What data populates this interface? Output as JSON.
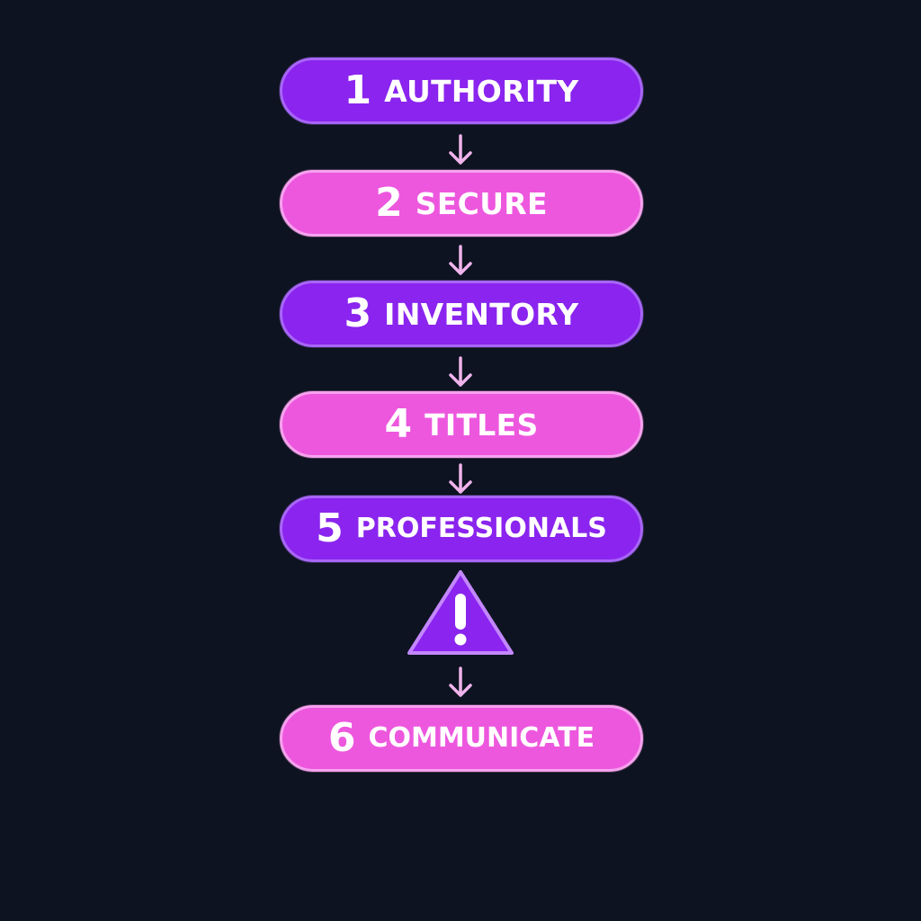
{
  "colors": {
    "background": "#0d1320",
    "purple_fill": "#8a24ee",
    "purple_border": "#a865f7",
    "pink_fill": "#ed57de",
    "pink_border": "#f6a2ee",
    "arrow": "#f0b4ec",
    "warning_fill": "#8a24ee",
    "warning_border": "#c387fb",
    "text": "#ffffff"
  },
  "steps": [
    {
      "number": "1",
      "label": "AUTHORITY",
      "color": "purple"
    },
    {
      "number": "2",
      "label": "SECURE",
      "color": "pink"
    },
    {
      "number": "3",
      "label": "INVENTORY",
      "color": "purple"
    },
    {
      "number": "4",
      "label": "TITLES",
      "color": "pink"
    },
    {
      "number": "5",
      "label": "PROFESSIONALS",
      "color": "purple"
    },
    {
      "number": "6",
      "label": "COMMUNICATE",
      "color": "pink"
    }
  ],
  "warning": {
    "icon": "warning-icon",
    "symbol": "!"
  },
  "connectors": {
    "icon": "arrow-down-icon"
  }
}
